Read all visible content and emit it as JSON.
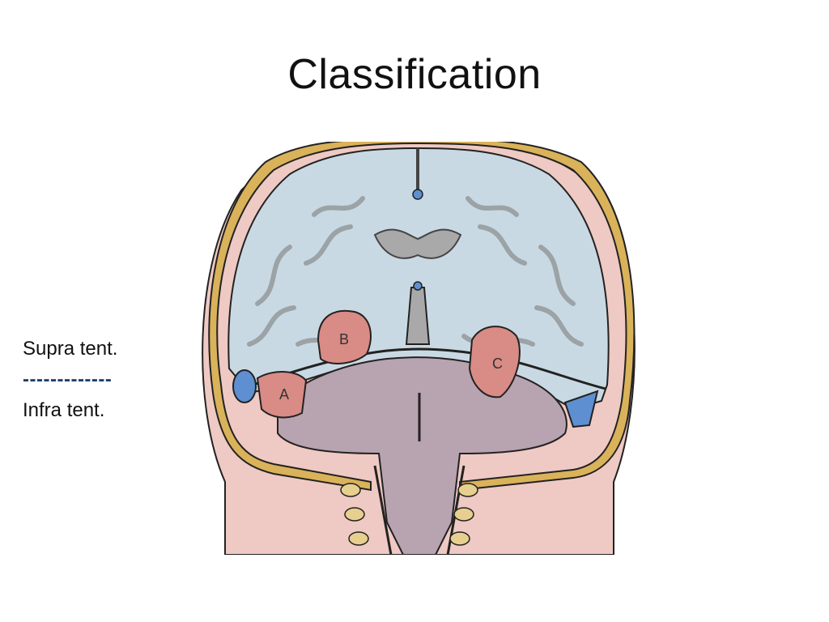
{
  "slide": {
    "title": "Classification"
  },
  "labels": {
    "supra": "Supra tent.",
    "divider": "-------------",
    "infra": "Infra tent."
  },
  "figure": {
    "region_labels": {
      "a": "A",
      "b": "B",
      "c": "C"
    },
    "colors": {
      "skull": "#d9b25a",
      "dura_red": "#c0553f",
      "brain": "#c9d9e3",
      "cerebellum": "#b8a3b0",
      "lesion": "#d98b86",
      "sinus": "#5d8fd1",
      "scalp": "#efc9c3"
    }
  }
}
